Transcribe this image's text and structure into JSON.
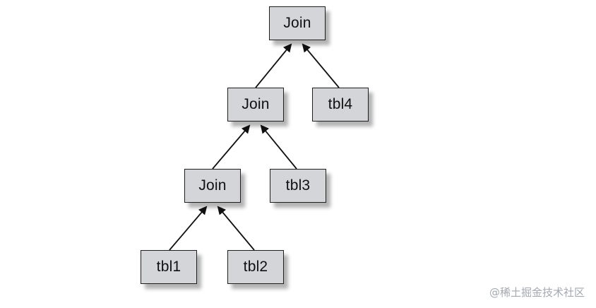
{
  "diagram": {
    "nodes": {
      "join_top": "Join",
      "join_mid": "Join",
      "join_low": "Join",
      "tbl1": "tbl1",
      "tbl2": "tbl2",
      "tbl3": "tbl3",
      "tbl4": "tbl4"
    },
    "edges": [
      {
        "from": "join_mid",
        "to": "join_top"
      },
      {
        "from": "tbl4",
        "to": "join_top"
      },
      {
        "from": "join_low",
        "to": "join_mid"
      },
      {
        "from": "tbl3",
        "to": "join_mid"
      },
      {
        "from": "tbl1",
        "to": "join_low"
      },
      {
        "from": "tbl2",
        "to": "join_low"
      }
    ]
  },
  "watermark": {
    "text": "@稀土掘金技术社区"
  },
  "colors": {
    "node_fill": "#d3d5d8",
    "node_border": "#1e1e1e",
    "edge": "#111111",
    "watermark": "#9aa0a6"
  }
}
